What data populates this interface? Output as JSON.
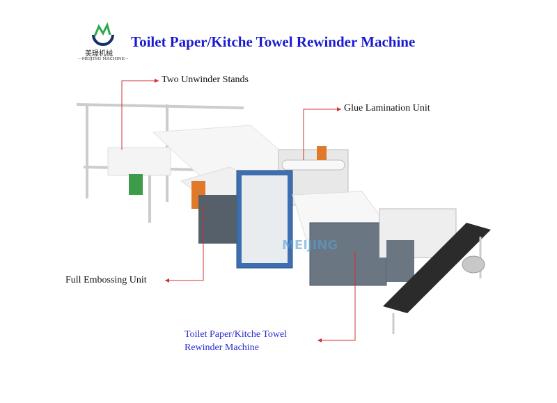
{
  "title": "Toilet Paper/Kitche Towel Rewinder Machine",
  "logo": {
    "cn": "美璟机械",
    "en": "—MEIJING MACHINE—",
    "watermark": "MEIJING"
  },
  "labels": {
    "unwinder": "Two Unwinder Stands",
    "glue": "Glue Lamination Unit",
    "embossing": "Full Embossing Unit",
    "rewinder_line1": "Toilet Paper/Kitche Towel",
    "rewinder_line2": "Rewinder Machine"
  },
  "colors": {
    "title": "#1a1ad0",
    "arrow": "#d03030",
    "machine_blue": "#3d6fb0",
    "machine_gray": "#6b7683"
  }
}
